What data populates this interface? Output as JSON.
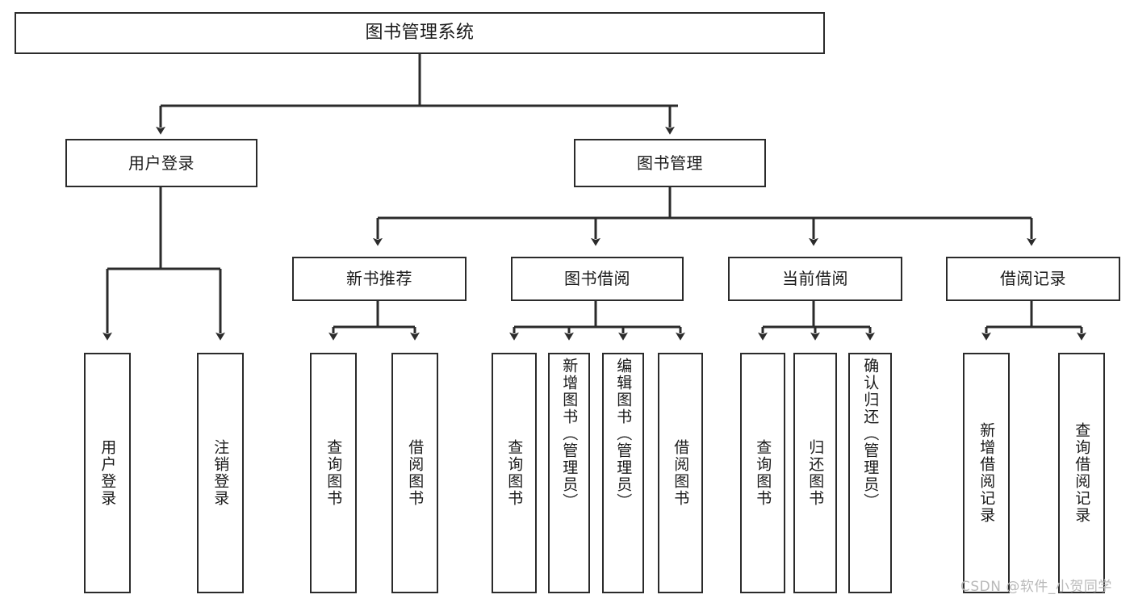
{
  "diagram": {
    "title": "图书管理系统",
    "type": "tree-hierarchy-diagram",
    "colors": {
      "stroke": "#2b2b2b",
      "fill": "#ffffff",
      "text": "#1a1a1a",
      "watermark": "#b9b9b9"
    },
    "root": {
      "label": "图书管理系统"
    },
    "level2": [
      {
        "label": "用户登录"
      },
      {
        "label": "图书管理"
      }
    ],
    "level3": [
      {
        "label": "新书推荐"
      },
      {
        "label": "图书借阅"
      },
      {
        "label": "当前借阅"
      },
      {
        "label": "借阅记录"
      }
    ],
    "leaves": {
      "user_login": [
        {
          "label": "用户登录"
        },
        {
          "label": "注销登录"
        }
      ],
      "new_book_recommend": [
        {
          "label": "查询图书"
        },
        {
          "label": "借阅图书"
        }
      ],
      "book_borrow": [
        {
          "label": "查询图书"
        },
        {
          "label": "新增图书（管理员）"
        },
        {
          "label": "编辑图书（管理员）"
        },
        {
          "label": "借阅图书"
        }
      ],
      "current_borrow": [
        {
          "label": "查询图书"
        },
        {
          "label": "归还图书"
        },
        {
          "label": "确认归还（管理员）"
        }
      ],
      "borrow_record": [
        {
          "label": "新增借阅记录"
        },
        {
          "label": "查询借阅记录"
        }
      ]
    },
    "watermark": "CSDN @软件_小贺同学"
  }
}
